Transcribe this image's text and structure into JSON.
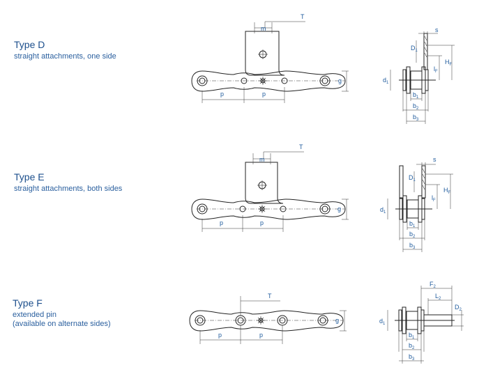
{
  "types": [
    {
      "title": "Type D",
      "desc": [
        "straight attachments, one side"
      ]
    },
    {
      "title": "Type E",
      "desc": [
        "straight attachments, both sides"
      ]
    },
    {
      "title": "Type F",
      "desc": [
        "extended pin",
        "(available on alternate sides)"
      ]
    }
  ],
  "labels": {
    "T": "T",
    "m": "m",
    "p": "p",
    "g": "g",
    "s": "s",
    "d": "d",
    "b": "b",
    "D": "D",
    "l": "l",
    "H": "H",
    "F": "F",
    "L": "L",
    "sub1": "1",
    "sub2": "2",
    "sub3": "3",
    "subf": "F"
  },
  "colors": {
    "text_dark": "#1c4f8c",
    "label_blue": "#1e5a9c",
    "line": "#222222"
  }
}
